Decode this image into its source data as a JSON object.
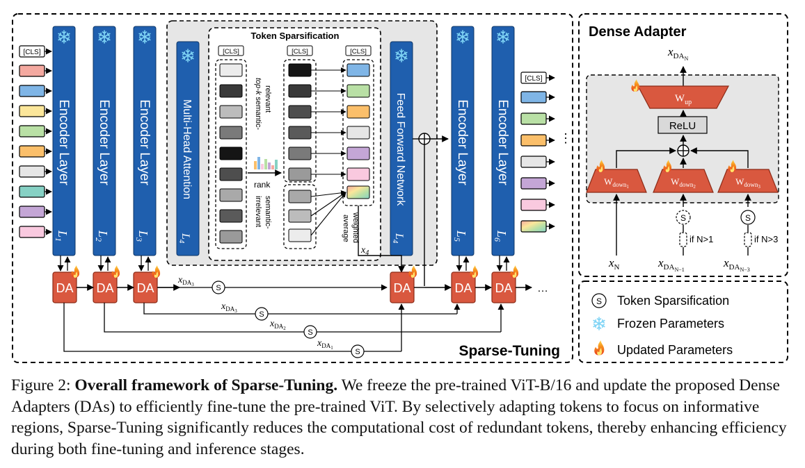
{
  "main_panel": {
    "title": "Sparse-Tuning",
    "cls_label": "[CLS]",
    "encoder_label": "Encoder Layer",
    "layer_symbol": "L",
    "layer_subscripts": [
      "1",
      "2",
      "3",
      "5",
      "6"
    ],
    "mha_label": "Multi-Head Attention",
    "ffn_label": "Feed Forward Network",
    "l4_subscript": "4",
    "da_label": "DA",
    "ellipsis": "⋮",
    "h_ellipsis": "…",
    "x4_label": "x",
    "x4_subscript": "4",
    "skip_x": "x",
    "skip_da": "DA",
    "skip_subscripts": [
      "3",
      "3",
      "2",
      "1"
    ],
    "s_symbol": "S"
  },
  "token_sparsification": {
    "title": "Token Sparsification",
    "cls_label": "[CLS]",
    "topk_label": "top-k",
    "semantic_relevant": [
      "semantic-",
      "relevant"
    ],
    "rank_label": "rank",
    "semantic_irrelevant": [
      "semantic-",
      "irrelevant"
    ],
    "weighted_average": [
      "weighted",
      "average"
    ]
  },
  "dense_adapter": {
    "title": "Dense Adapter",
    "output": {
      "x": "x",
      "sub": "DA",
      "subsub": "N"
    },
    "w_up": {
      "w": "W",
      "sub": "up"
    },
    "relu": "ReLU",
    "w_down_labels": [
      {
        "w": "W",
        "sub": "down",
        "subsub": "1"
      },
      {
        "w": "W",
        "sub": "down",
        "subsub": "2"
      },
      {
        "w": "W",
        "sub": "down",
        "subsub": "3"
      }
    ],
    "condition_n1": "if N>1",
    "condition_n3": "if N>3",
    "inputs": [
      {
        "x": "x",
        "sub": "N",
        "subsub": ""
      },
      {
        "x": "x",
        "sub": "DA",
        "subsub": "N−1"
      },
      {
        "x": "x",
        "sub": "DA",
        "subsub": "N−3"
      }
    ],
    "s_symbol": "S"
  },
  "legend": {
    "items": [
      {
        "icon": "token-sparsification-icon",
        "label": "Token Sparsification"
      },
      {
        "icon": "snowflake-icon",
        "label": "Frozen Parameters"
      },
      {
        "icon": "flame-icon",
        "label": "Updated Parameters"
      }
    ]
  },
  "caption": {
    "prefix": "Figure 2: ",
    "title": "Overall framework of Sparse-Tuning.",
    "body": " We freeze the pre-trained ViT-B/16 and update the proposed Dense Adapters (DAs) to efficiently fine-tune the pre-trained ViT. By selectively adapting tokens to focus on informative regions, Sparse-Tuning significantly reduces the computational cost of redundant tokens, thereby enhancing efficiency during both fine-tuning and inference stages."
  },
  "colors": {
    "encoder_blue": "#1f5fae",
    "da_red": "#d9583f",
    "panel_gray": "#e6e6e6",
    "token_colors": [
      "#f4a9a0",
      "#7fb5e6",
      "#fbe69a",
      "#b9e0a5",
      "#fbbf6a",
      "#e6e6e6",
      "#86d1c4",
      "#c4a6d6",
      "#f9c9df"
    ],
    "output_colors": [
      "#7fb5e6",
      "#b9e0a5",
      "#fbbf6a",
      "#e6e6e6",
      "#c4a6d6",
      "#f9c9df"
    ],
    "grayscale_tokens": [
      "#ececec",
      "#3a3a3a",
      "#bcbcbc",
      "#7a7a7a",
      "#151515",
      "#4e4e4e",
      "#a9a9a9",
      "#5a5a5a",
      "#9a9a9a"
    ],
    "ranked_tokens": [
      "#151515",
      "#3a3a3a",
      "#4e4e4e",
      "#5a5a5a",
      "#7a7a7a",
      "#9a9a9a",
      "#a9a9a9",
      "#bcbcbc",
      "#ececec"
    ],
    "selected_tokens": [
      "#7fb5e6",
      "#b9e0a5",
      "#fbbf6a",
      "#e6e6e6",
      "#c4a6d6",
      "#f9c9df"
    ]
  }
}
